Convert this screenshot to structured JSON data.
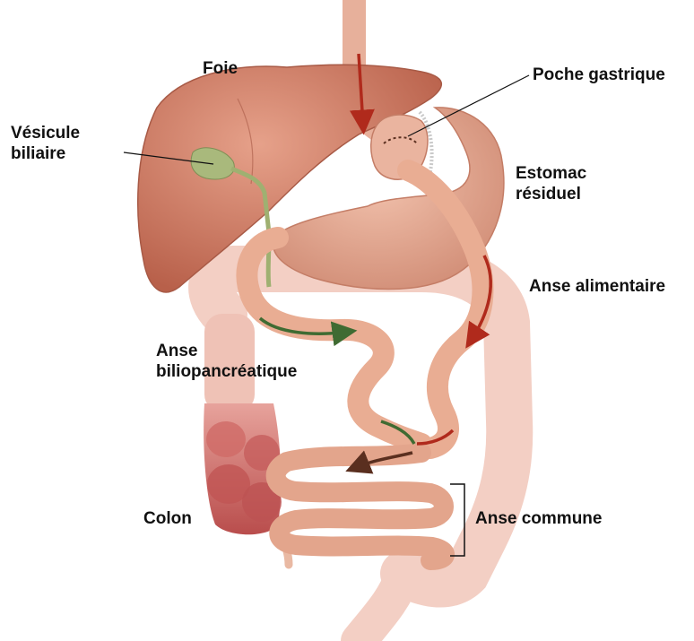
{
  "labels": {
    "foie": "Foie",
    "poche_gastrique": "Poche gastrique",
    "vesicule": [
      "Vésicule",
      "biliaire"
    ],
    "estomac": [
      "Estomac",
      "résiduel"
    ],
    "anse_alimentaire": "Anse alimentaire",
    "anse_bilio": [
      "Anse",
      "biliopancréatique"
    ],
    "colon": "Colon",
    "anse_commune": "Anse commune"
  },
  "colors": {
    "liver": "#d07a60",
    "stomach": "#e3a58c",
    "colon": "#f2c8bc",
    "colon_descending": "#c65a58",
    "intestine": "#e9ad93",
    "gallbladder": "#a8b77a",
    "arrow_food": "#b02a1c",
    "arrow_bile": "#3f6b32",
    "arrow_common": "#5a2f1f"
  }
}
